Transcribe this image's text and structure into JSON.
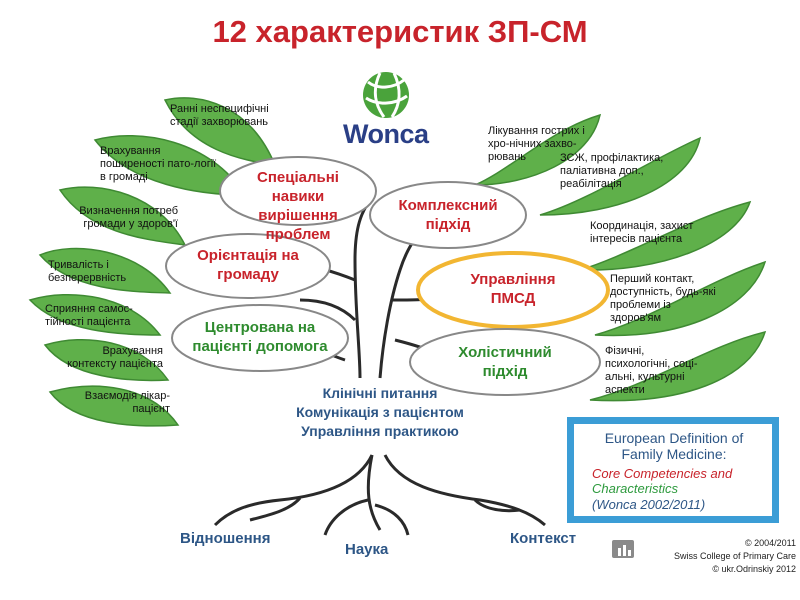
{
  "title": "12 характеристик ЗП-СМ",
  "logo": {
    "text": "Wonca",
    "color": "#2a3f86",
    "globe_color": "#4aa33b"
  },
  "left_leaves": [
    "Ранні неспецифічні стадії захворювань",
    "Врахування поширеності пато-логії в громаді",
    "Визначення потреб громади у здоров'ї",
    "Тривалість і безперервність",
    "Сприяння самос-тійності пацієнта",
    "Врахування контексту пацієнта",
    "Взаємодія лікар-пацієнт"
  ],
  "right_leaves": [
    "Лікування гострих і хро-нічних захво-рювань",
    "ЗСЖ, профілактика, паліативна доп., реабілітація",
    "Координація, захист інтересів пацієнта",
    "Перший контакт, доступність, будь-які проблеми із здоров'ям",
    "Фізичні, психологічні, соці-альні, культурні аспекти"
  ],
  "ovals": [
    "Спеціальні навики вирішення проблем",
    "Орієнтація на громаду",
    "Центрована на пацієнті допомога",
    "Комплексний підхід",
    "Управління ПМСД",
    "Холістичний підхід"
  ],
  "trunk_lines": [
    "Клінічні питання",
    "Комунікація з пацієнтом",
    "Управління практикою"
  ],
  "roots": {
    "left": "Відношення",
    "middle": "Наука",
    "right": "Контекст"
  },
  "definition_box": {
    "line1": "European Definition of Family Medicine:",
    "line2": "Core Competencies and",
    "line3": "Characteristics",
    "line4": "(Wonca 2002/2011)"
  },
  "credits": [
    "© 2004/2011",
    "Swiss College of Primary Care",
    "© ukr.Odrinskiy 2012"
  ],
  "colors": {
    "title": "#c8232b",
    "leaf": "#5fb04a",
    "oval_red": "#c8232b",
    "oval_green": "#2e8b2e",
    "blue": "#2d5686",
    "highlight": "#f2b632"
  }
}
